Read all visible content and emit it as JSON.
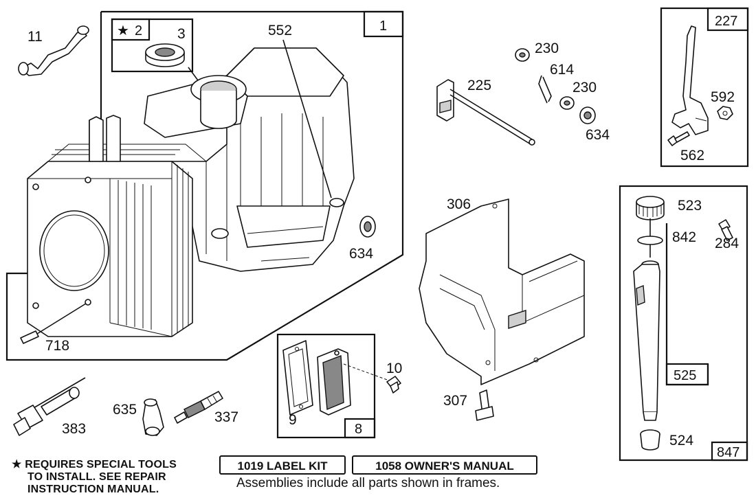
{
  "callouts": {
    "c11": "11",
    "c2": "2",
    "c3": "3",
    "c552": "552",
    "c1": "1",
    "c634a": "634",
    "c718": "718",
    "c230a": "230",
    "c614": "614",
    "c230b": "230",
    "c634b": "634",
    "c225": "225",
    "c227": "227",
    "c592": "592",
    "c562": "562",
    "c306": "306",
    "c307": "307",
    "c523": "523",
    "c842": "842",
    "c284": "284",
    "c525": "525",
    "c524": "524",
    "c847": "847",
    "c10": "10",
    "c9": "9",
    "c8": "8",
    "c383": "383",
    "c635": "635",
    "c337": "337"
  },
  "star_symbol": "★",
  "notes": {
    "special_tools_star": "★",
    "special_tools_line1": "REQUIRES SPECIAL TOOLS",
    "special_tools_line2": "TO INSTALL.  SEE REPAIR",
    "special_tools_line3": "INSTRUCTION MANUAL."
  },
  "kits": {
    "label_kit": "1019 LABEL KIT",
    "owners_manual": "1058 OWNER'S MANUAL"
  },
  "footer": {
    "assemblies_note": "Assemblies include all parts shown in frames."
  }
}
